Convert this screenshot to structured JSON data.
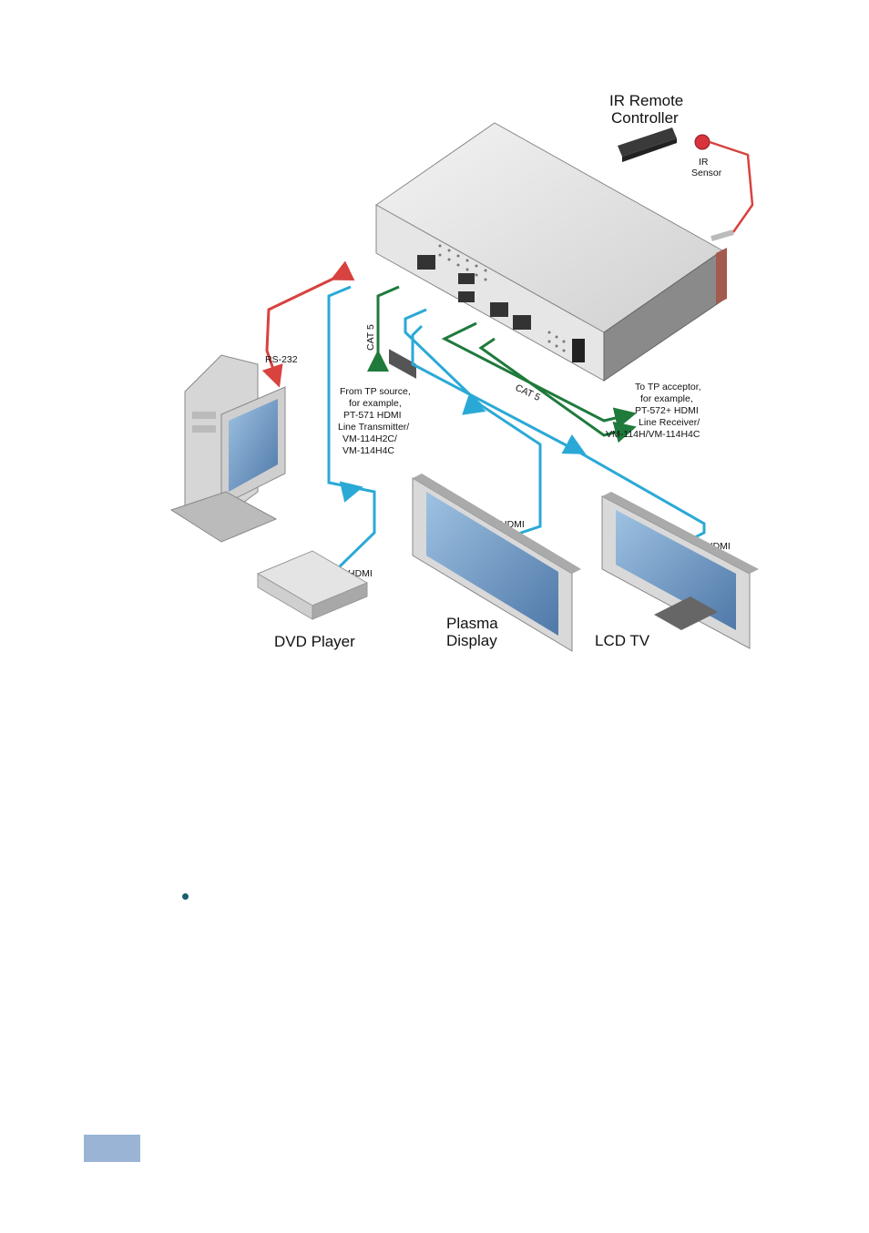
{
  "diagram": {
    "ir_remote_title": [
      "IR Remote",
      "Controller"
    ],
    "ir_sensor": [
      "IR",
      "Sensor"
    ],
    "rs232": "RS-232",
    "cat5_in": "CAT 5",
    "cat5_out": "CAT 5",
    "from_source": [
      "From TP source,",
      "for example,",
      "PT-571 HDMI",
      "Line Transmitter/",
      "VM-114H2C/",
      "VM-114H4C"
    ],
    "to_acceptor": [
      "To TP acceptor,",
      "for example,",
      "PT-572+ HDMI",
      "Line Receiver/",
      "VM-114H/VM-114H4C"
    ],
    "hdmi_plasma": "HDMI",
    "hdmi_lcd": "HDMI",
    "hdmi_dvd": "HDMI",
    "dvd_player": "DVD Player",
    "plasma_display": [
      "Plasma",
      "Display"
    ],
    "lcd_tv": "LCD TV"
  },
  "colors": {
    "rs232_cable": "#d8423f",
    "cat5_cable": "#1f7a3c",
    "hdmi_cable": "#2aa9d6",
    "page_tab": "#9ab4d6",
    "bullet": "#1a5e6e"
  }
}
